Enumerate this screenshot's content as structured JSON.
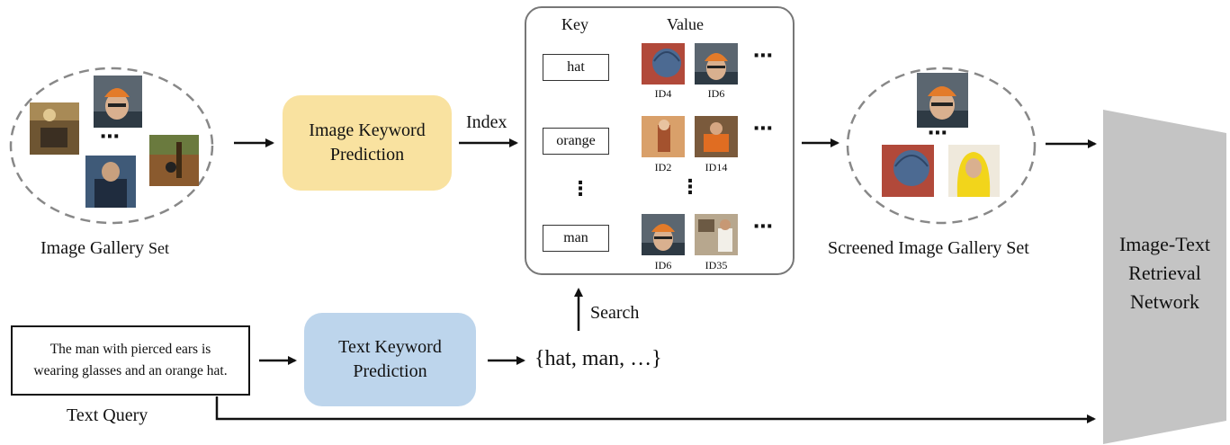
{
  "gallery": {
    "label_main": "Image Gallery",
    "label_suffix": "Set",
    "ellipsis": "⋯"
  },
  "image_keyword_prediction": {
    "line1": "Image Keyword",
    "line2": "Prediction",
    "color": "#f9e2a0"
  },
  "index_label": "Index",
  "index_table": {
    "key_header": "Key",
    "value_header": "Value",
    "rows": [
      {
        "key": "hat",
        "ids": [
          "ID4",
          "ID6"
        ]
      },
      {
        "key": "orange",
        "ids": [
          "ID2",
          "ID14"
        ]
      },
      {
        "key": "man",
        "ids": [
          "ID6",
          "ID35"
        ]
      }
    ],
    "row_ellipsis": "⋯",
    "vertical_ellipsis": "⋮"
  },
  "search_label": "Search",
  "screened": {
    "label": "Screened Image Gallery Set",
    "ellipsis": "⋯"
  },
  "network": {
    "line1": "Image-Text",
    "line2": "Retrieval",
    "line3": "Network",
    "color": "#c4c4c4"
  },
  "text_query": {
    "line1": "The man with pierced ears is",
    "line2": "wearing glasses and an orange hat.",
    "label": "Text Query"
  },
  "text_keyword_prediction": {
    "line1": "Text Keyword",
    "line2": "Prediction",
    "color": "#bdd5ec"
  },
  "keywords_set": "{hat, man, …}"
}
